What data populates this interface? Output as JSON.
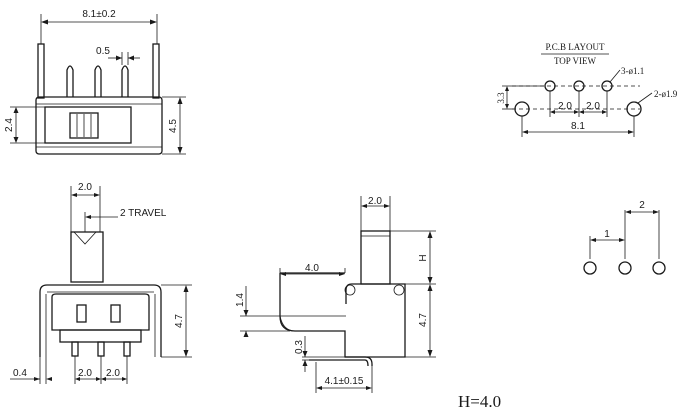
{
  "top_view": {
    "width_dim": "8.1±0.2",
    "pin_spacing_dim": "0.5",
    "height_dim": "4.5",
    "slider_dim": "2.4"
  },
  "pcb_layout": {
    "title_line1": "P.C.B LAYOUT",
    "title_line2": "TOP VIEW",
    "small_hole_callout": "3-ø1.1",
    "large_hole_callout": "2-ø1.9",
    "vertical_dim": "3.3",
    "pitch_left": "2.0",
    "pitch_right": "2.0",
    "overall_dim": "8.1"
  },
  "front_view": {
    "actuator_width": "2.0",
    "travel_label": "2 TRAVEL",
    "body_height": "4.7",
    "terminal_width": "0.4",
    "pitch_left": "2.0",
    "pitch_right": "2.0"
  },
  "side_view": {
    "actuator_width": "2.0",
    "actuator_height": "H",
    "body_width": "4.0",
    "foot_height": "1.4",
    "body_height": "4.7",
    "terminal_thickness": "0.3",
    "terminal_length": "4.1±0.15"
  },
  "schematic": {
    "pitch_small": "1",
    "pitch_large": "2"
  },
  "h_note": "H=4.0"
}
